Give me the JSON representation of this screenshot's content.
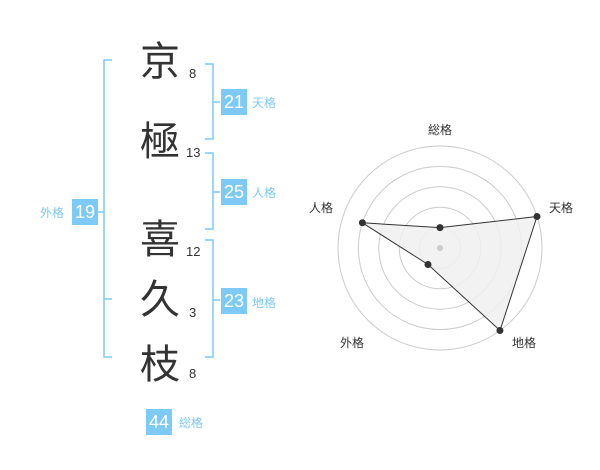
{
  "colors": {
    "accent": "#7ccaf5",
    "text": "#333333",
    "grid": "#cccccc",
    "polygon_fill": "#f0f0f0",
    "center_dot": "#cccccc"
  },
  "name": {
    "characters": [
      {
        "char": "京",
        "strokes": "8"
      },
      {
        "char": "極",
        "strokes": "13"
      },
      {
        "char": "喜",
        "strokes": "12"
      },
      {
        "char": "久",
        "strokes": "3"
      },
      {
        "char": "枝",
        "strokes": "8"
      }
    ]
  },
  "fortune": {
    "tenkaku": {
      "value": "21",
      "label": "天格"
    },
    "jinkaku": {
      "value": "25",
      "label": "人格"
    },
    "chikaku": {
      "value": "23",
      "label": "地格"
    },
    "gaikaku": {
      "value": "19",
      "label": "外格"
    },
    "soukaku": {
      "value": "44",
      "label": "総格"
    }
  },
  "chart_data": {
    "type": "radar",
    "axes": [
      "総格",
      "天格",
      "地格",
      "外格",
      "人格"
    ],
    "values": [
      1,
      5,
      5,
      1,
      4
    ],
    "max": 5,
    "rings": 5
  }
}
